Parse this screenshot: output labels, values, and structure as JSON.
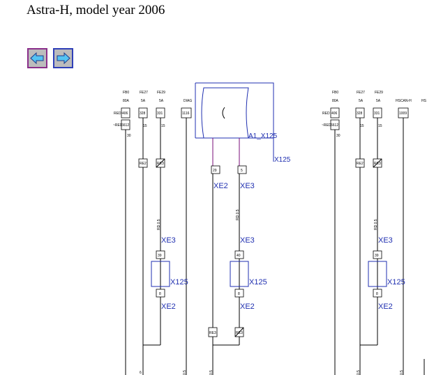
{
  "title": "Astra-H, model year 2006",
  "nav": {
    "back_icon": "arrow-left-icon",
    "forward_icon": "arrow-right-icon",
    "accent_back": "#8a2e8a",
    "accent_forward": "#2f3fb8"
  },
  "fuses": [
    {
      "name": "FB0",
      "rating": "80A"
    },
    {
      "name": "FE27",
      "rating": "5A"
    },
    {
      "name": "FE29",
      "rating": "5A"
    }
  ],
  "diag_label": "DIAG",
  "hscan_label": "HSCAN-H",
  "hscan_stub": "HS",
  "wire_codes": {
    "c406": "406",
    "c328": "328",
    "c331": "331",
    "c1116": "1116",
    "c1009": "1009",
    "c6612": "6612",
    "t15": "15",
    "t30": "30",
    "red": "RED",
    "red2": "~RED"
  },
  "small_labels": {
    "re2": "RE2",
    "re3": "RE3",
    "pin29": "29",
    "pin5": "5",
    "pin39": "39",
    "pin40": "40",
    "pin8": "8",
    "pin6": "6"
  },
  "wire_color": "RD 0.5",
  "bottom_label": "0.5",
  "connectors": {
    "xe2": "XE2",
    "xe3": "XE3",
    "x125": "X125",
    "a1_x125": "A1_X125"
  }
}
